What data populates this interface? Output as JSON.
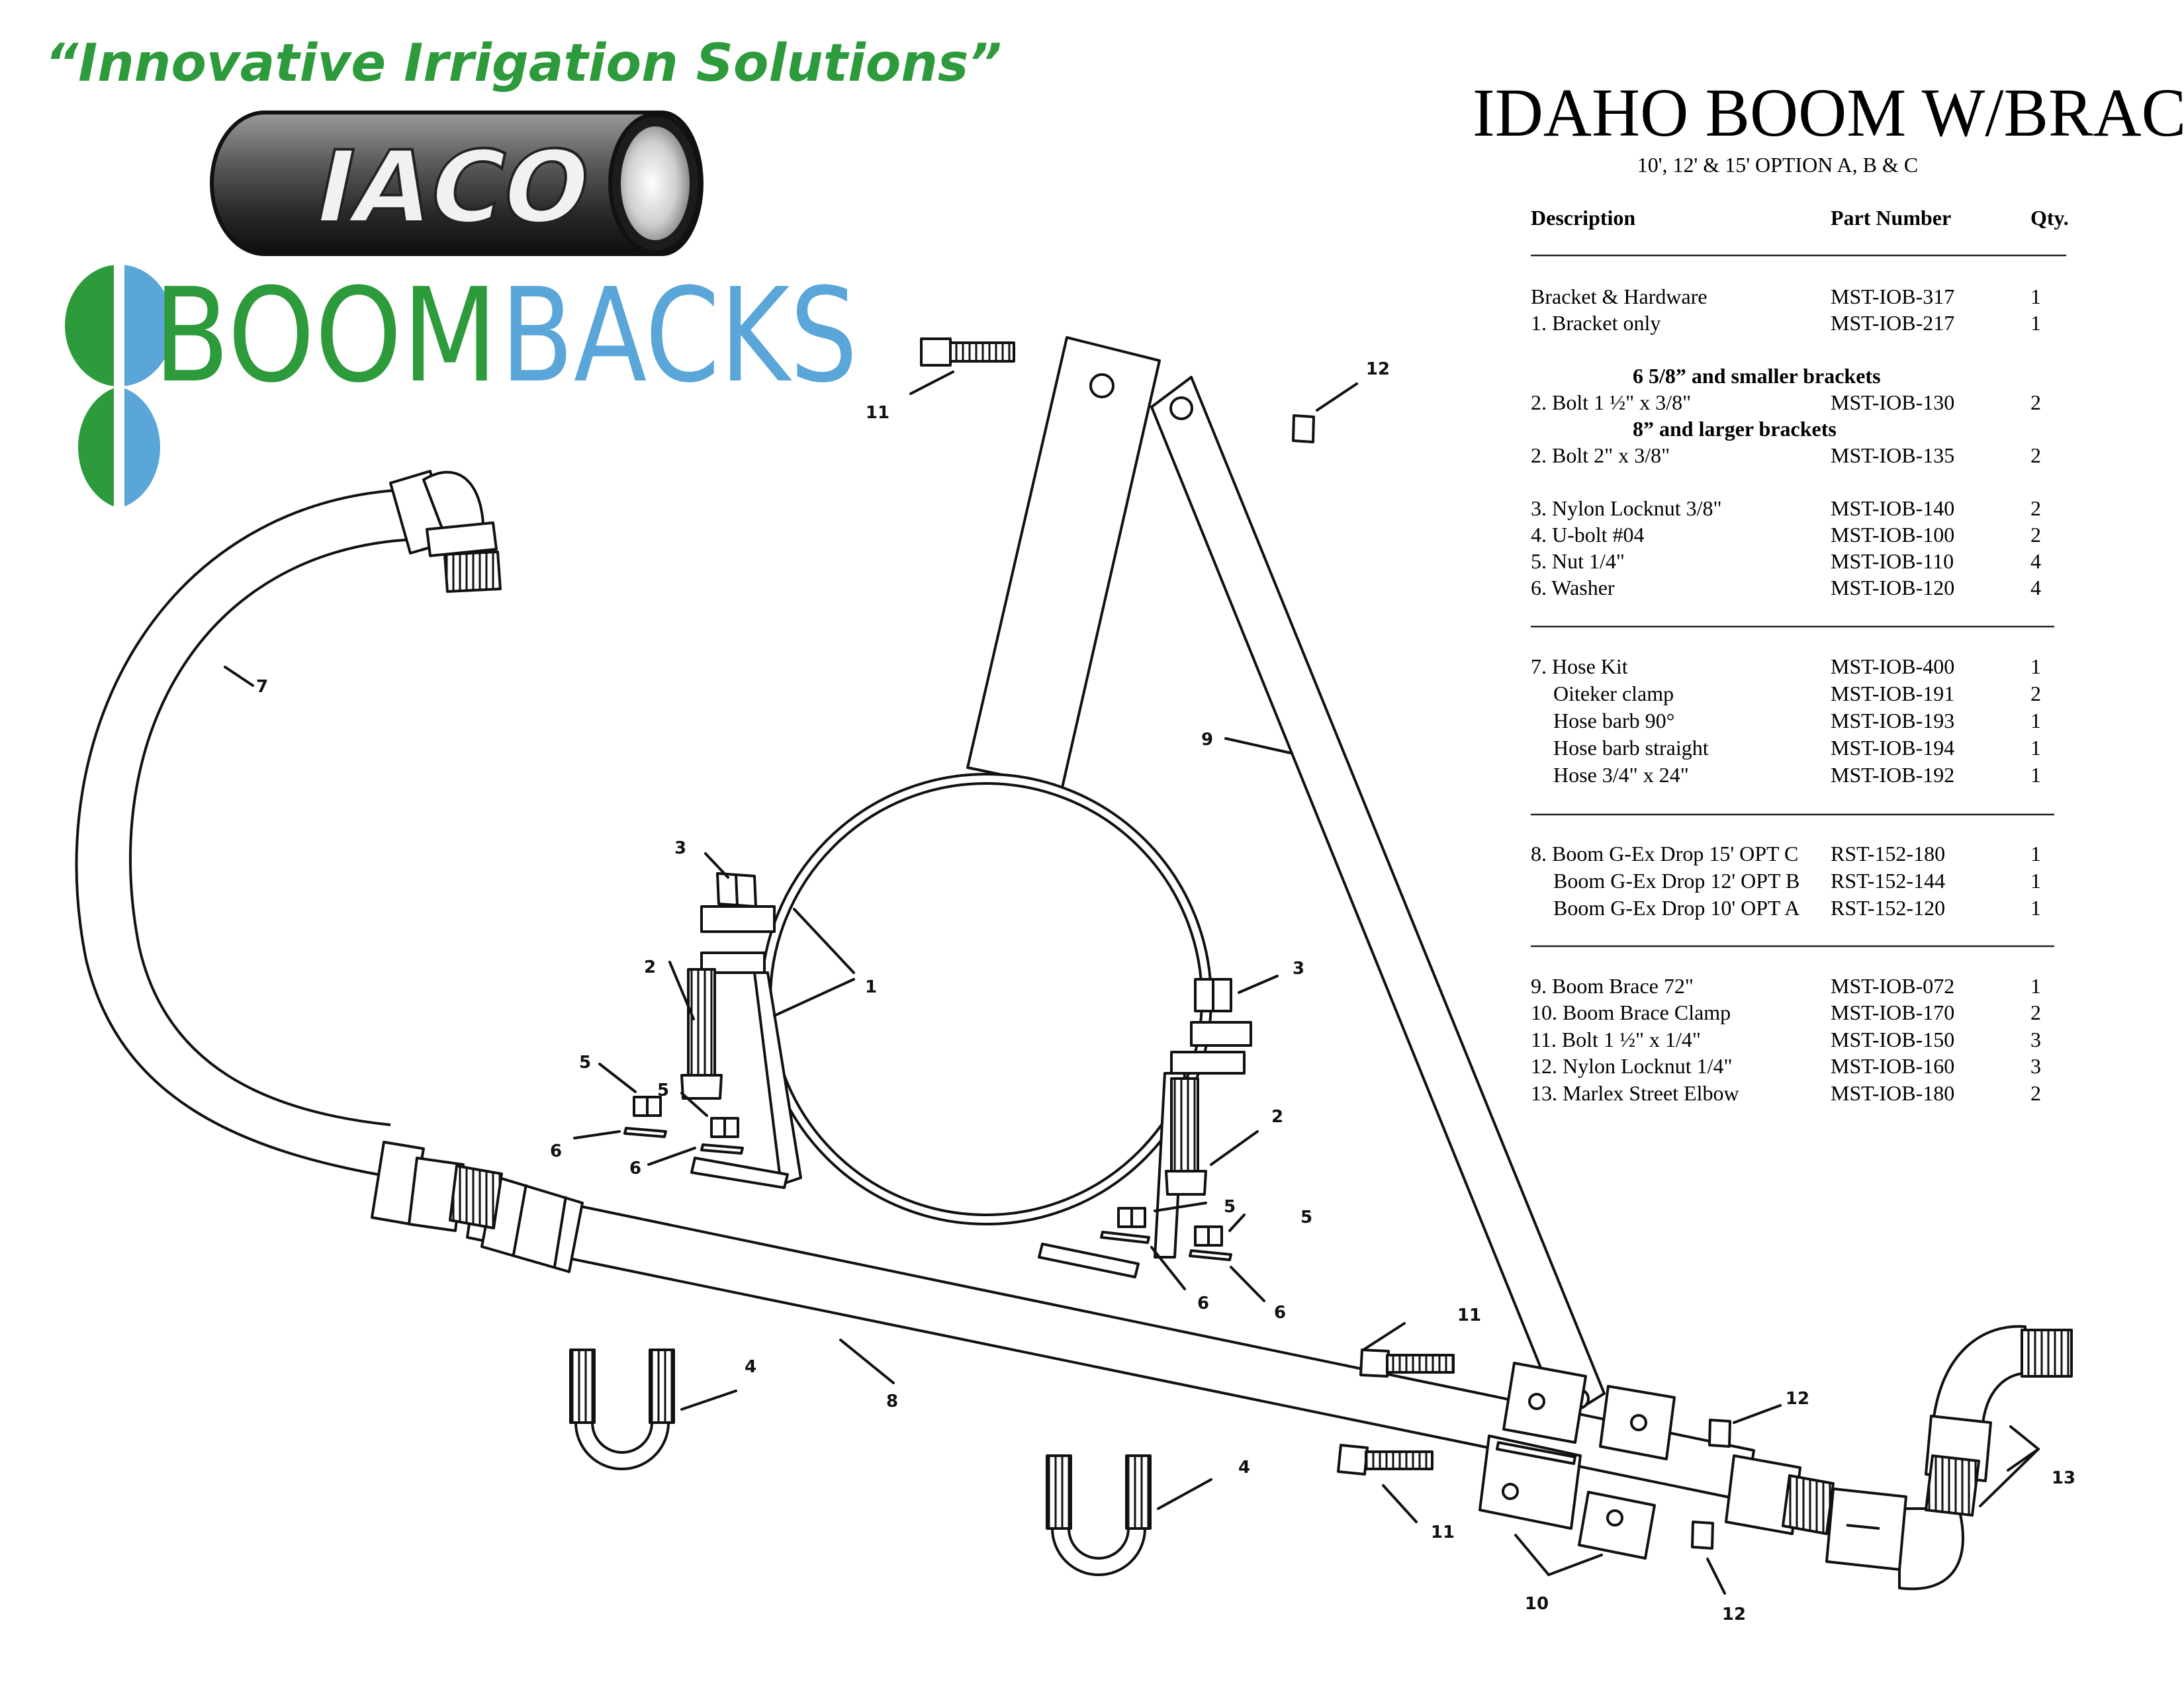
{
  "logos": {
    "slogan": "“Innovative Irrigation Solutions”",
    "iaco": "IACO",
    "boom": "BOOM",
    "backs": "BACKS",
    "colors": {
      "green": "#2d9a3c",
      "blue": "#5aa6d8",
      "grey": "#6b6b6b"
    }
  },
  "title": {
    "main": "IDAHO BOOM W/BRACE",
    "sub": "10', 12' & 15' OPTION A, B & C"
  },
  "parts_table": {
    "headers": {
      "description": "Description",
      "part_number": "Part Number",
      "qty": "Qty."
    },
    "rows": [
      {
        "description": "Bracket & Hardware",
        "part_number": "MST-IOB-317",
        "qty": "1"
      },
      {
        "description": "1. Bracket only",
        "part_number": "MST-IOB-217",
        "qty": "1"
      },
      {
        "note": "6 5/8” and smaller brackets"
      },
      {
        "description": "2. Bolt 1 ½\" x 3/8\"",
        "part_number": "MST-IOB-130",
        "qty": "2"
      },
      {
        "note": "8” and larger brackets"
      },
      {
        "description": "2. Bolt 2\" x 3/8\"",
        "part_number": "MST-IOB-135",
        "qty": "2"
      },
      {
        "description": "3. Nylon Locknut 3/8\"",
        "part_number": "MST-IOB-140",
        "qty": "2"
      },
      {
        "description": "4. U-bolt #04",
        "part_number": "MST-IOB-100",
        "qty": "2"
      },
      {
        "description": "5. Nut 1/4\"",
        "part_number": "MST-IOB-110",
        "qty": "4"
      },
      {
        "description": "6. Washer",
        "part_number": "MST-IOB-120",
        "qty": "4"
      },
      {
        "description": "7. Hose Kit",
        "part_number": "MST-IOB-400",
        "qty": "1"
      },
      {
        "description": "Oiteker clamp",
        "part_number": "MST-IOB-191",
        "qty": "2"
      },
      {
        "description": "Hose barb 90°",
        "part_number": "MST-IOB-193",
        "qty": "1"
      },
      {
        "description": "Hose barb straight",
        "part_number": "MST-IOB-194",
        "qty": "1"
      },
      {
        "description": "Hose 3/4\" x 24\"",
        "part_number": "MST-IOB-192",
        "qty": "1"
      },
      {
        "description": "8. Boom G-Ex Drop 15'  OPT C",
        "part_number": "RST-152-180",
        "qty": "1"
      },
      {
        "description": "Boom G-Ex Drop 12'  OPT B",
        "part_number": "RST-152-144",
        "qty": "1"
      },
      {
        "description": "Boom G-Ex Drop 10'  OPT A",
        "part_number": "RST-152-120",
        "qty": "1"
      },
      {
        "description": "9. Boom Brace 72\"",
        "part_number": "MST-IOB-072",
        "qty": "1"
      },
      {
        "description": "10. Boom Brace Clamp",
        "part_number": "MST-IOB-170",
        "qty": "2"
      },
      {
        "description": "11. Bolt 1 ½\" x 1/4\"",
        "part_number": "MST-IOB-150",
        "qty": "3"
      },
      {
        "description": "12. Nylon Locknut 1/4\"",
        "part_number": "MST-IOB-160",
        "qty": "3"
      },
      {
        "description": "13. Marlex Street Elbow",
        "part_number": "MST-IOB-180",
        "qty": "2"
      }
    ]
  },
  "callouts": {
    "c1": "1",
    "c2": "2",
    "c3": "3",
    "c4": "4",
    "c5": "5",
    "c6": "6",
    "c7": "7",
    "c8": "8",
    "c9": "9",
    "c10": "10",
    "c11": "11",
    "c12": "12",
    "c13": "13"
  }
}
